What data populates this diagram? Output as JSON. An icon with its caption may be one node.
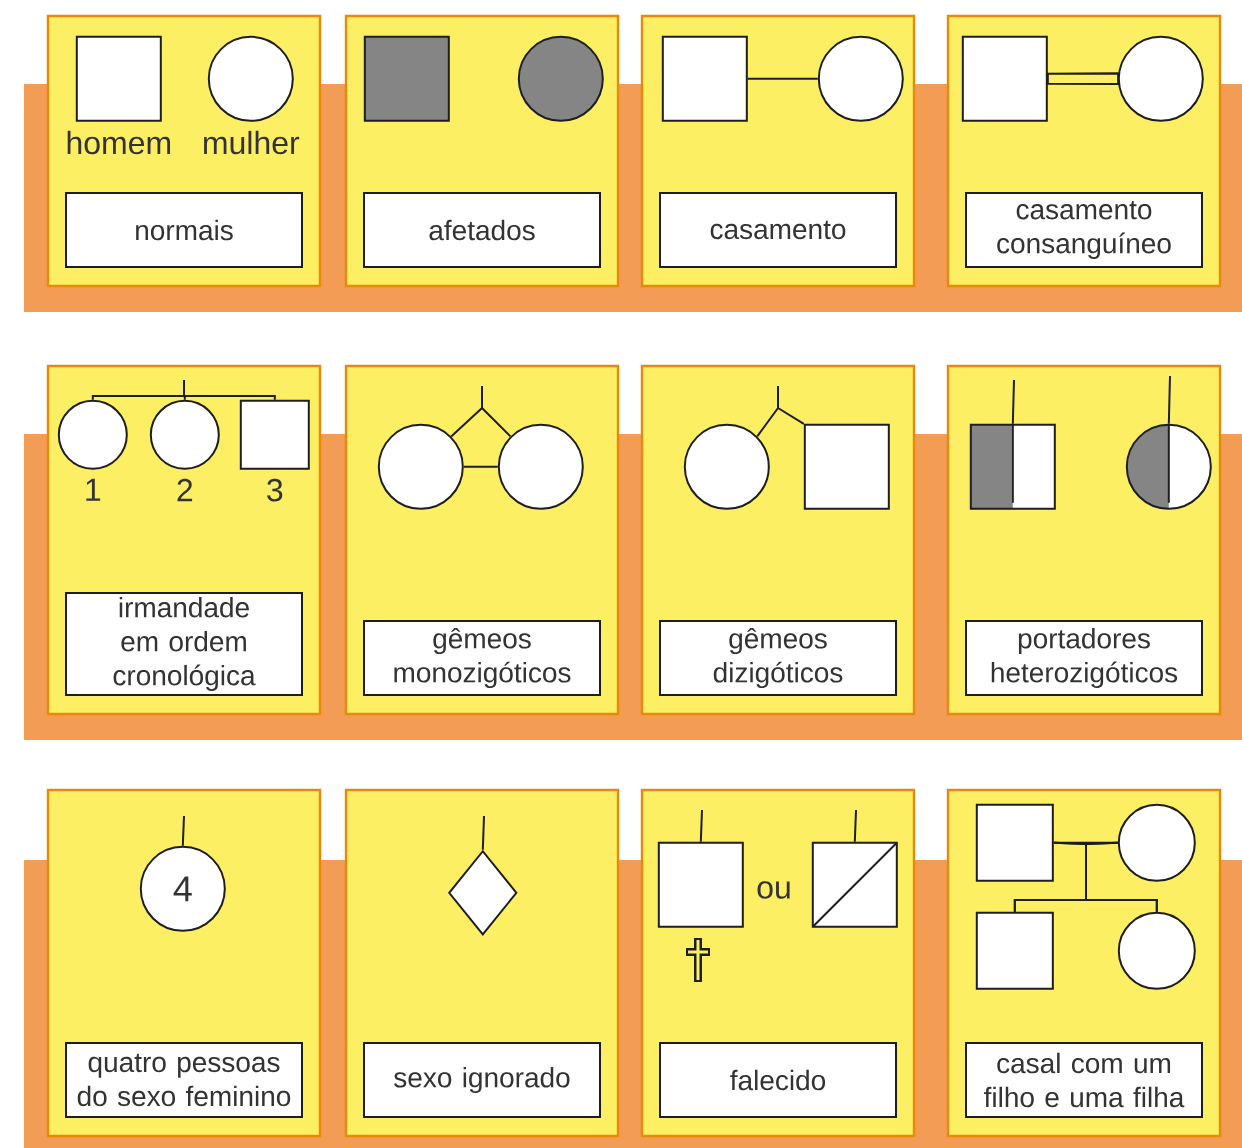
{
  "diagram": {
    "nodes": [
      {
        "text": [
          "normais"
        ]
      },
      {
        "text": [],
        "shape": "box",
        "in": 0,
        "beside": [
          "homem"
        ]
      },
      {
        "text": [],
        "shape": "circle",
        "in": 0,
        "beside": [
          "mulher"
        ]
      },
      {
        "text": [
          "afetados"
        ]
      },
      {
        "text": [],
        "shape": "box",
        "in": 3
      },
      {
        "text": [],
        "shape": "circle",
        "in": 3
      },
      {
        "text": [
          "casamento"
        ]
      },
      {
        "text": [],
        "shape": "box",
        "in": 6
      },
      {
        "text": [],
        "shape": "circle",
        "in": 6
      },
      {
        "text": [
          "casamento consanguíneo"
        ]
      },
      {
        "text": [],
        "shape": "box",
        "in": 9
      },
      {
        "text": [],
        "shape": "circle",
        "in": 9
      },
      {
        "text": [
          "irmandade em ordem cronológica"
        ]
      },
      {
        "text": [],
        "shape": "circle",
        "in": 12,
        "beside": [
          "1"
        ]
      },
      {
        "text": [],
        "shape": "circle",
        "in": 12,
        "beside": [
          "2"
        ]
      },
      {
        "text": [],
        "shape": "box",
        "in": 12,
        "beside": [
          "3"
        ]
      },
      {
        "text": [
          "gêmeos monozigóticos"
        ]
      },
      {
        "text": [],
        "shape": "circle",
        "in": 16
      },
      {
        "text": [],
        "shape": "circle",
        "in": 16
      },
      {
        "text": [
          "gêmeos dizigóticos"
        ]
      },
      {
        "text": [],
        "shape": "circle",
        "in": 19
      },
      {
        "text": [],
        "shape": "box",
        "in": 19
      },
      {
        "text": [
          "portadores heterozigóticos"
        ]
      },
      {
        "text": [],
        "shape": "box",
        "in": 22
      },
      {
        "text": [],
        "shape": "circle",
        "in": 22
      },
      {
        "text": [
          "quatro pessoas do sexo feminino"
        ]
      },
      {
        "text": [
          "4"
        ],
        "in": 25
      },
      {
        "text": [
          "sexo ignorado"
        ]
      },
      {
        "text": [],
        "shape": "diamond",
        "in": 27
      },
      {
        "text": [
          "falecido"
        ]
      },
      {
        "text": [],
        "shape": "box",
        "in": 29
      },
      {
        "text": [],
        "shape": "box",
        "in": 29
      },
      {
        "text": [
          "casal com um filho e uma filha"
        ]
      },
      {
        "text": [],
        "shape": "box",
        "in": 32
      },
      {
        "text": [],
        "shape": "circle",
        "in": 32
      },
      {
        "text": [],
        "shape": "box",
        "in": 32
      },
      {
        "text": [],
        "shape": "circle",
        "in": 32
      }
    ],
    "edges": [
      {
        "from": 7,
        "to": 8,
        "arrow": "none"
      },
      {
        "from": 10,
        "to": 11,
        "arrow": "none"
      },
      {
        "from": null,
        "to": 13,
        "arrow": "none"
      },
      {
        "from": null,
        "to": 14,
        "arrow": "none"
      },
      {
        "from": null,
        "to": 15,
        "arrow": "none"
      },
      {
        "from": null,
        "to": 17,
        "arrow": "none"
      },
      {
        "from": null,
        "to": 18,
        "arrow": "none"
      },
      {
        "from": 17,
        "to": 18,
        "arrow": "none"
      },
      {
        "from": null,
        "to": 20,
        "arrow": "none"
      },
      {
        "from": null,
        "to": 21,
        "arrow": "none"
      },
      {
        "from": null,
        "to": 23,
        "arrow": "none"
      },
      {
        "from": null,
        "to": 24,
        "arrow": "none"
      },
      {
        "from": null,
        "to": 26,
        "arrow": "none"
      },
      {
        "from": null,
        "to": 28,
        "arrow": "none"
      },
      {
        "from": null,
        "to": 30,
        "arrow": "none"
      },
      {
        "from": null,
        "to": 31,
        "arrow": "none"
      },
      {
        "from": 33,
        "to": 34,
        "arrow": "none"
      },
      {
        "from": 33,
        "to": 35,
        "arrow": "none"
      },
      {
        "from": 33,
        "to": 36,
        "arrow": "none"
      },
      {
        "from": 34,
        "to": 35,
        "arrow": "none"
      },
      {
        "from": 34,
        "to": 36,
        "arrow": "none"
      }
    ],
    "labels": [
      "ou"
    ]
  }
}
